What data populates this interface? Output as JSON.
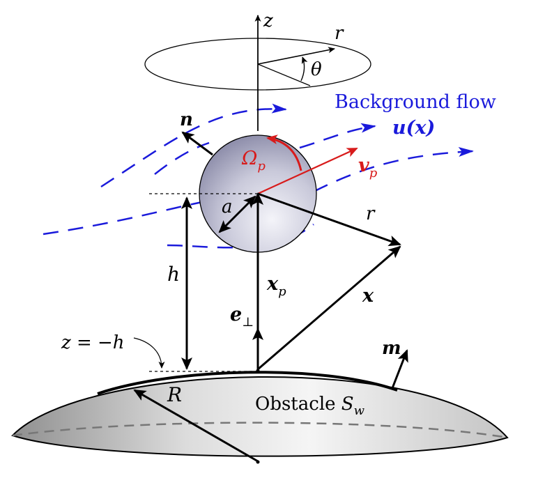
{
  "labels": {
    "z_axis": "z",
    "r_top": "r",
    "theta": "θ",
    "background_flow": "Background flow",
    "u_x": "u(x)",
    "n": "n",
    "omega": "Ω",
    "omega_sub": "p",
    "v": "v",
    "v_sub": "p",
    "a": "a",
    "r_mid": "r",
    "h": "h",
    "x_p": "x",
    "x_p_sub": "p",
    "x": "x",
    "e_perp": "e",
    "e_perp_sub": "⊥",
    "z_eq": "z = −h",
    "m": "m",
    "R": "R",
    "obstacle": "Obstacle ",
    "S": "S",
    "S_sub": "w"
  },
  "colors": {
    "flow": "#1a1adb",
    "velocity": "#d81b1b",
    "ink": "#000000",
    "sphere_light": "#f2f2f8",
    "sphere_dark": "#8e8eab",
    "obstacle_light": "#f4f4f4",
    "obstacle_dark": "#9a9a9a"
  }
}
